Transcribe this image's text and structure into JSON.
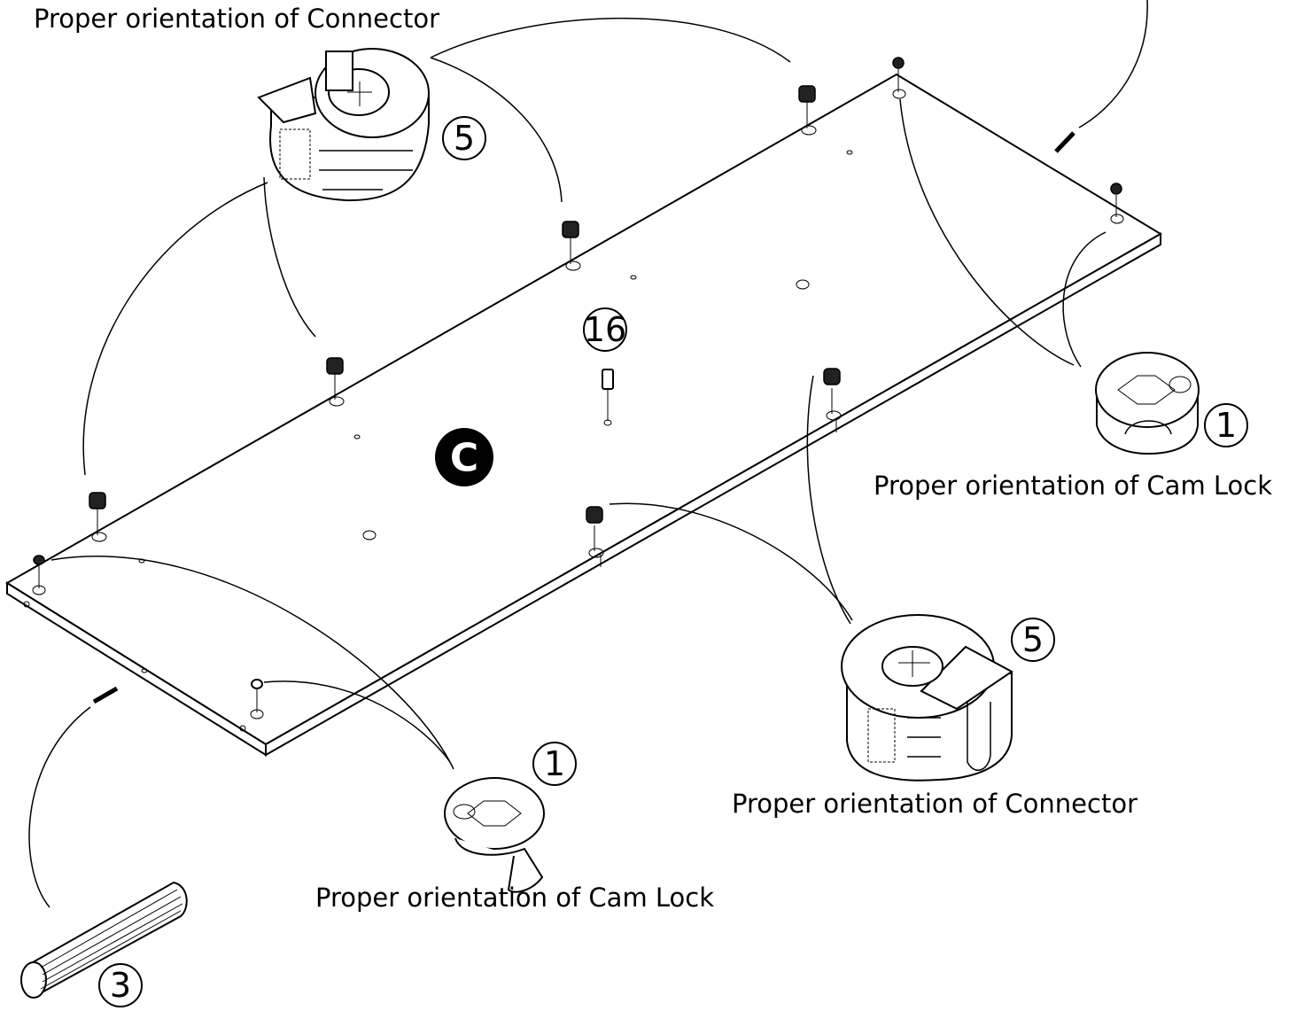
{
  "labels": {
    "connector_top": "Proper orientation of Connector",
    "connector_bottom": "Proper orientation of Connector",
    "camlock_right": "Proper orientation of Cam Lock",
    "camlock_bottom": "Proper orientation of Cam Lock"
  },
  "part_numbers": {
    "connector_top": "5",
    "connector_bottom": "5",
    "camlock_right": "1",
    "camlock_bottom": "1",
    "pin": "16",
    "dowel": "3"
  },
  "panel_letter": "C"
}
